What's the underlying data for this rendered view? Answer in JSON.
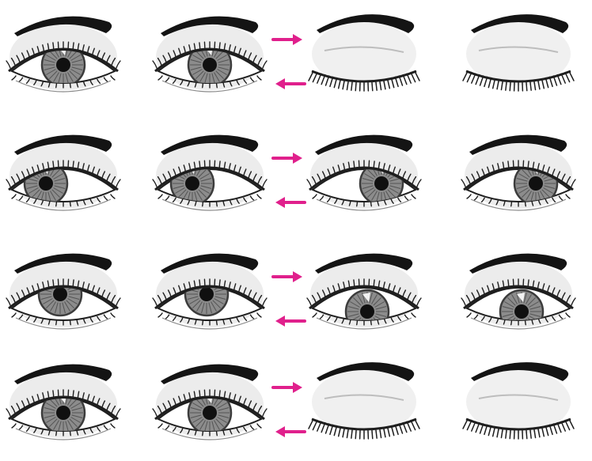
{
  "colors": {
    "background": "#ffffff",
    "brow": "#141414",
    "outline": "#1e1e1e",
    "iris": "#8c8c8c",
    "iris_dark": "#3c3c3c",
    "pupil": "#101010",
    "shadow": "#d4d4d4",
    "arrow": "#e0208c"
  },
  "arrow_icon": "arrow-icon",
  "rows": [
    {
      "row": "row-1",
      "arrows": [
        "right",
        "left"
      ],
      "eyes": [
        {
          "state": "open",
          "gaze": "center"
        },
        {
          "state": "open",
          "gaze": "center"
        },
        {
          "state": "closed",
          "gaze": "none"
        },
        {
          "state": "closed",
          "gaze": "none"
        }
      ]
    },
    {
      "row": "row-2",
      "arrows": [
        "right",
        "left"
      ],
      "eyes": [
        {
          "state": "open",
          "gaze": "left"
        },
        {
          "state": "open",
          "gaze": "left"
        },
        {
          "state": "open",
          "gaze": "right"
        },
        {
          "state": "open",
          "gaze": "right"
        }
      ]
    },
    {
      "row": "row-3",
      "arrows": [
        "right",
        "left"
      ],
      "eyes": [
        {
          "state": "open",
          "gaze": "up"
        },
        {
          "state": "open",
          "gaze": "up"
        },
        {
          "state": "open",
          "gaze": "down"
        },
        {
          "state": "open",
          "gaze": "down"
        }
      ]
    },
    {
      "row": "row-4",
      "arrows": [
        "right",
        "left"
      ],
      "eyes": [
        {
          "state": "open",
          "gaze": "center"
        },
        {
          "state": "open",
          "gaze": "center"
        },
        {
          "state": "closed",
          "gaze": "none"
        },
        {
          "state": "closed",
          "gaze": "none"
        }
      ]
    }
  ]
}
